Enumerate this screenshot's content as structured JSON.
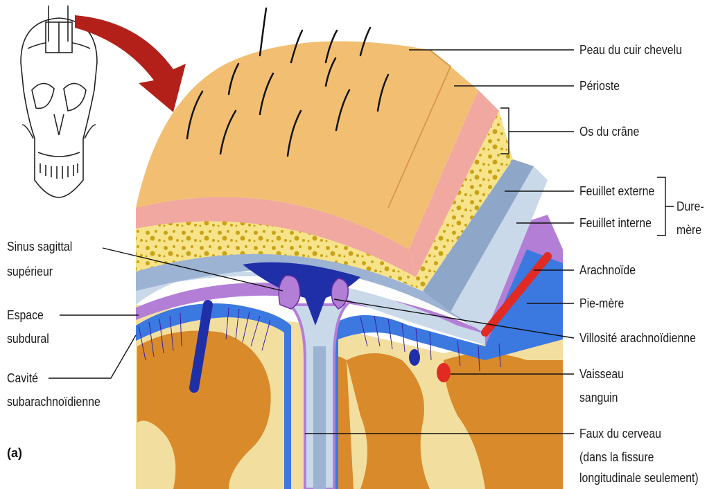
{
  "panel_label": "(a)",
  "labels": {
    "scalp": "Peau du cuir chevelu",
    "periosteum": "Périoste",
    "skull_bone": "Os du crâne",
    "outer_layer": "Feuillet externe",
    "inner_layer": "Feuillet interne",
    "dura_1": "Dure-",
    "dura_2": "mère",
    "arachnoid": "Arachnoïde",
    "pia": "Pie-mère",
    "villus": "Villosité arachnoïdienne",
    "vessel_1": "Vaisseau",
    "vessel_2": "sanguin",
    "falx_1": "Faux du cerveau",
    "falx_2": "(dans la fissure",
    "falx_3": "longitudinale seulement)",
    "sinus_1": "Sinus sagittal",
    "sinus_2": "supérieur",
    "subdural_1": "Espace",
    "subdural_2": "subdural",
    "subarach_1": "Cavité",
    "subarach_2": "subarachnoïdienne"
  },
  "colors": {
    "scalp": "#f2bf72",
    "periosteum": "#f0a8a0",
    "bone": "#f6e38a",
    "outer_dura": "#9db3d4",
    "inner_dura": "#c9d9ea",
    "arachnoid": "#b37ed6",
    "pia": "#3b78e0",
    "sinus": "#1f2fa8",
    "cortex": "#d98a2a",
    "white_matter": "#f2dfa0",
    "vessel": "#e02a22",
    "arrow": "#b3201a"
  }
}
